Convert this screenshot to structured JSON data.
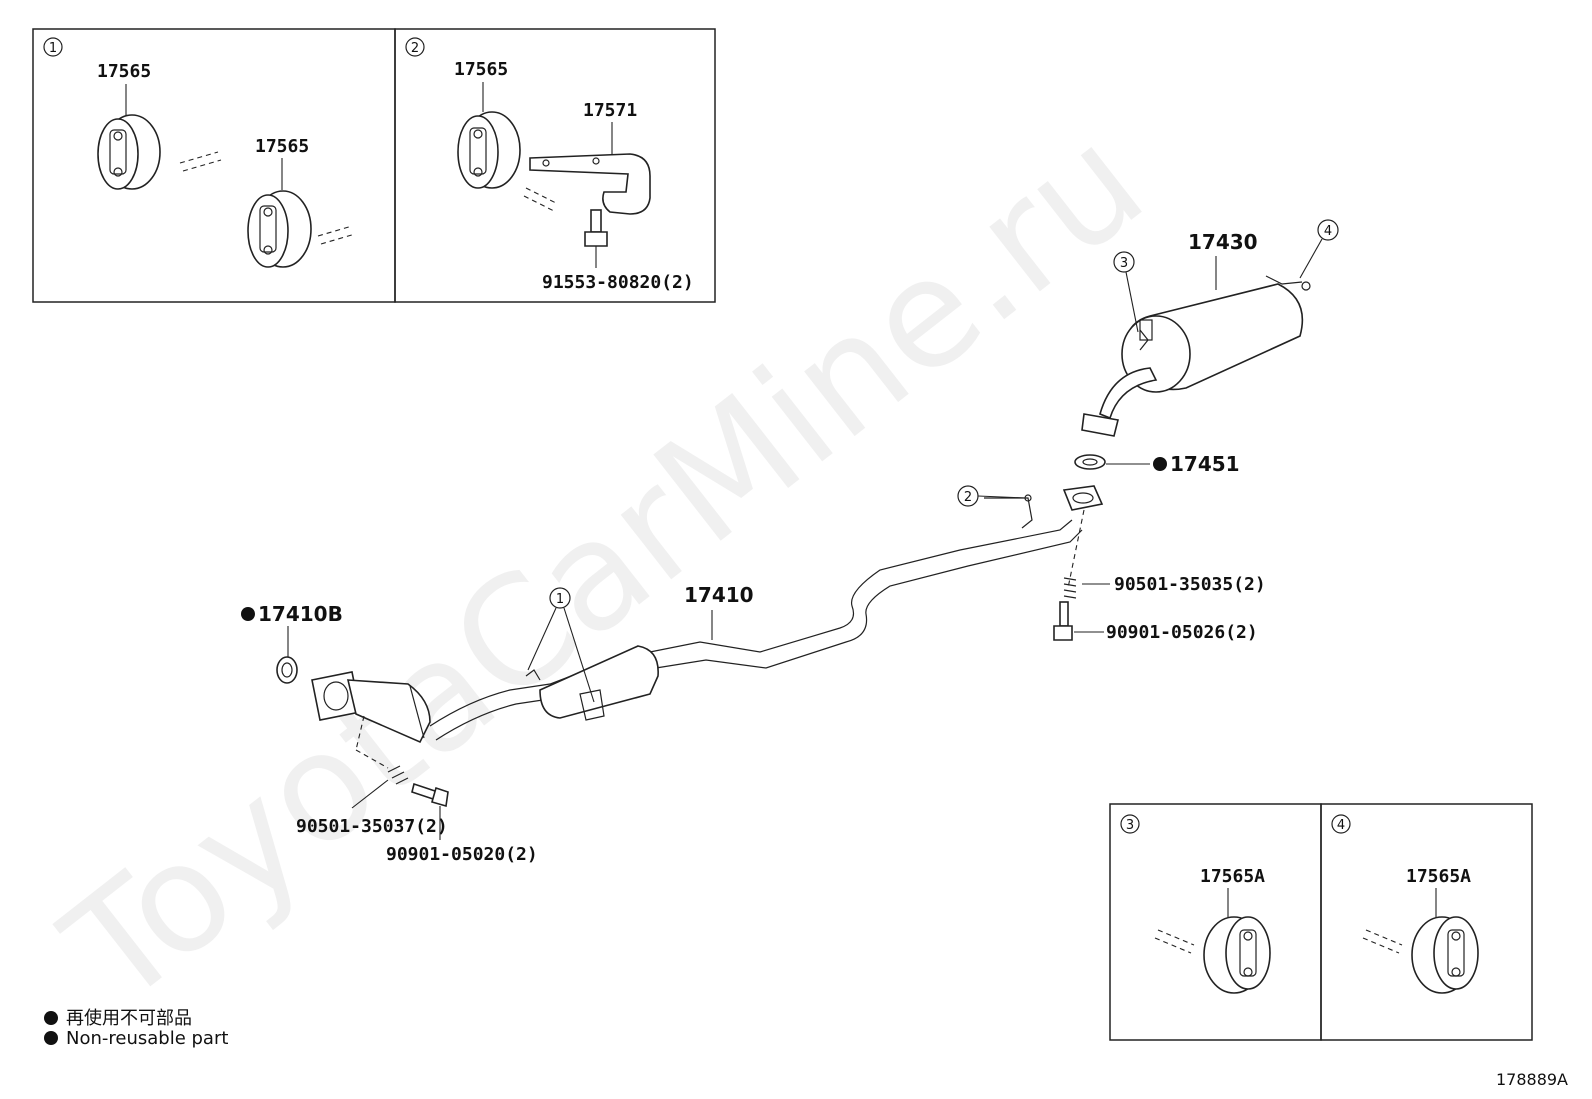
{
  "watermark": "ToyotaCarMine.ru",
  "figure_id": "178889A",
  "legend": {
    "jp": "再使用不可部品",
    "en": "Non-reusable part"
  },
  "detail_boxes": {
    "box1": {
      "ref": "1",
      "labels": [
        "17565",
        "17565"
      ]
    },
    "box2": {
      "ref": "2",
      "labels": [
        "17565",
        "17571",
        "91553-80820(2)"
      ]
    },
    "box3": {
      "ref": "3",
      "labels": [
        "17565A"
      ]
    },
    "box4": {
      "ref": "4",
      "labels": [
        "17565A"
      ]
    }
  },
  "main_parts": {
    "muffler": "17430",
    "muffler_ref3": "3",
    "muffler_ref4": "4",
    "gasket_rear": "17451",
    "pipe_ref2": "2",
    "spring_rear": "90501-35035(2)",
    "bolt_rear": "90901-05026(2)",
    "exhaust_pipe": "17410",
    "pipe_ref1": "1",
    "gasket_front": "17410B",
    "spring_front": "90501-35037(2)",
    "bolt_front": "90901-05020(2)"
  }
}
